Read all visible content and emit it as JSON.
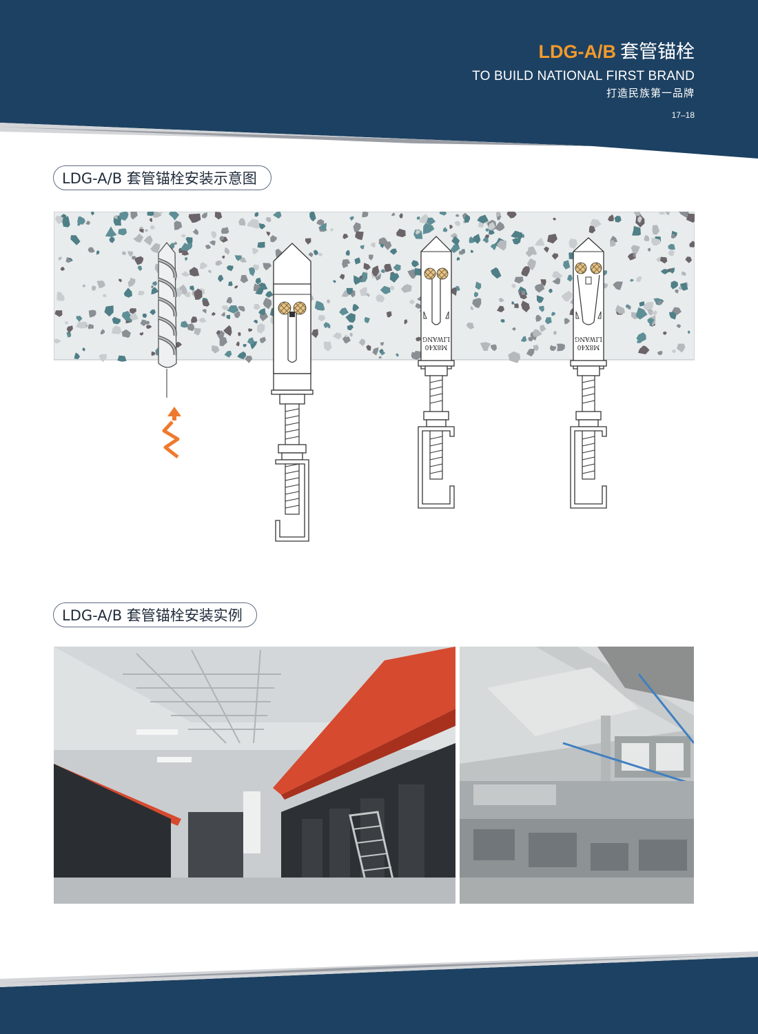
{
  "header": {
    "model": "LDG-A/B",
    "product_name": "套管锚栓",
    "slogan_en": "TO BUILD NATIONAL FIRST BRAND",
    "slogan_cn": "打造民族第一品牌",
    "page_number": "17–18"
  },
  "sections": {
    "diagram_title": "LDG-A/B 套管锚栓安装示意图",
    "photos_title": "LDG-A/B 套管锚栓安装实例"
  },
  "diagram": {
    "anchor_marking_line1": "LIWANG",
    "anchor_marking_line2": "M8X40"
  },
  "colors": {
    "navy": "#1d4162",
    "accent_orange": "#f39a2b",
    "arrow_orange": "#ee7a2e",
    "concrete_bg": "#e9eced"
  }
}
